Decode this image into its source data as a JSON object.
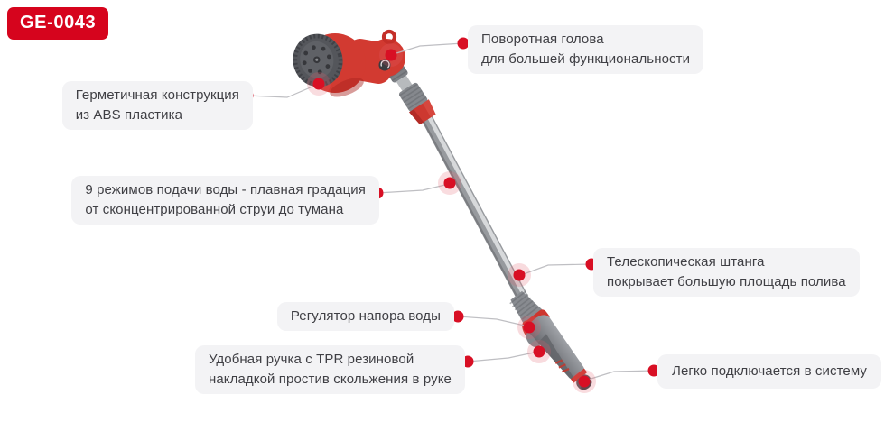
{
  "badge": {
    "label": "GE-0043"
  },
  "colors": {
    "accent_red": "#d6041d",
    "marker_red": "#d80f24",
    "marker_halo": "#e4606e",
    "label_bg": "#f3f3f5",
    "label_text": "#3f3f44",
    "connector_line": "#bfbfc3",
    "product_red": "#d23a31",
    "product_gray": "#85888d",
    "shaft_silver": "#b7babd"
  },
  "illustration": {
    "name": "telescopic-watering-wand-sprayer"
  },
  "callouts": [
    {
      "id": "swivel-head",
      "line1": "Поворотная голова",
      "line2": "для большей функциональности"
    },
    {
      "id": "sealed-abs",
      "line1": "Герметичная конструкция",
      "line2": "из ABS пластика"
    },
    {
      "id": "spray-modes",
      "line1": "9 режимов подачи воды - плавная градация",
      "line2": "от сконцентрированной струи до тумана"
    },
    {
      "id": "telescopic-shaft",
      "line1": "Телескопическая штанга",
      "line2": "покрывает большую площадь полива"
    },
    {
      "id": "pressure-regulator",
      "line1": "Регулятор напора воды"
    },
    {
      "id": "tpr-grip",
      "line1": "Удобная ручка с TPR резиновой",
      "line2": "накладкой простив скольжения в руке"
    },
    {
      "id": "easy-connect",
      "line1": "Легко подключается в систему"
    }
  ]
}
